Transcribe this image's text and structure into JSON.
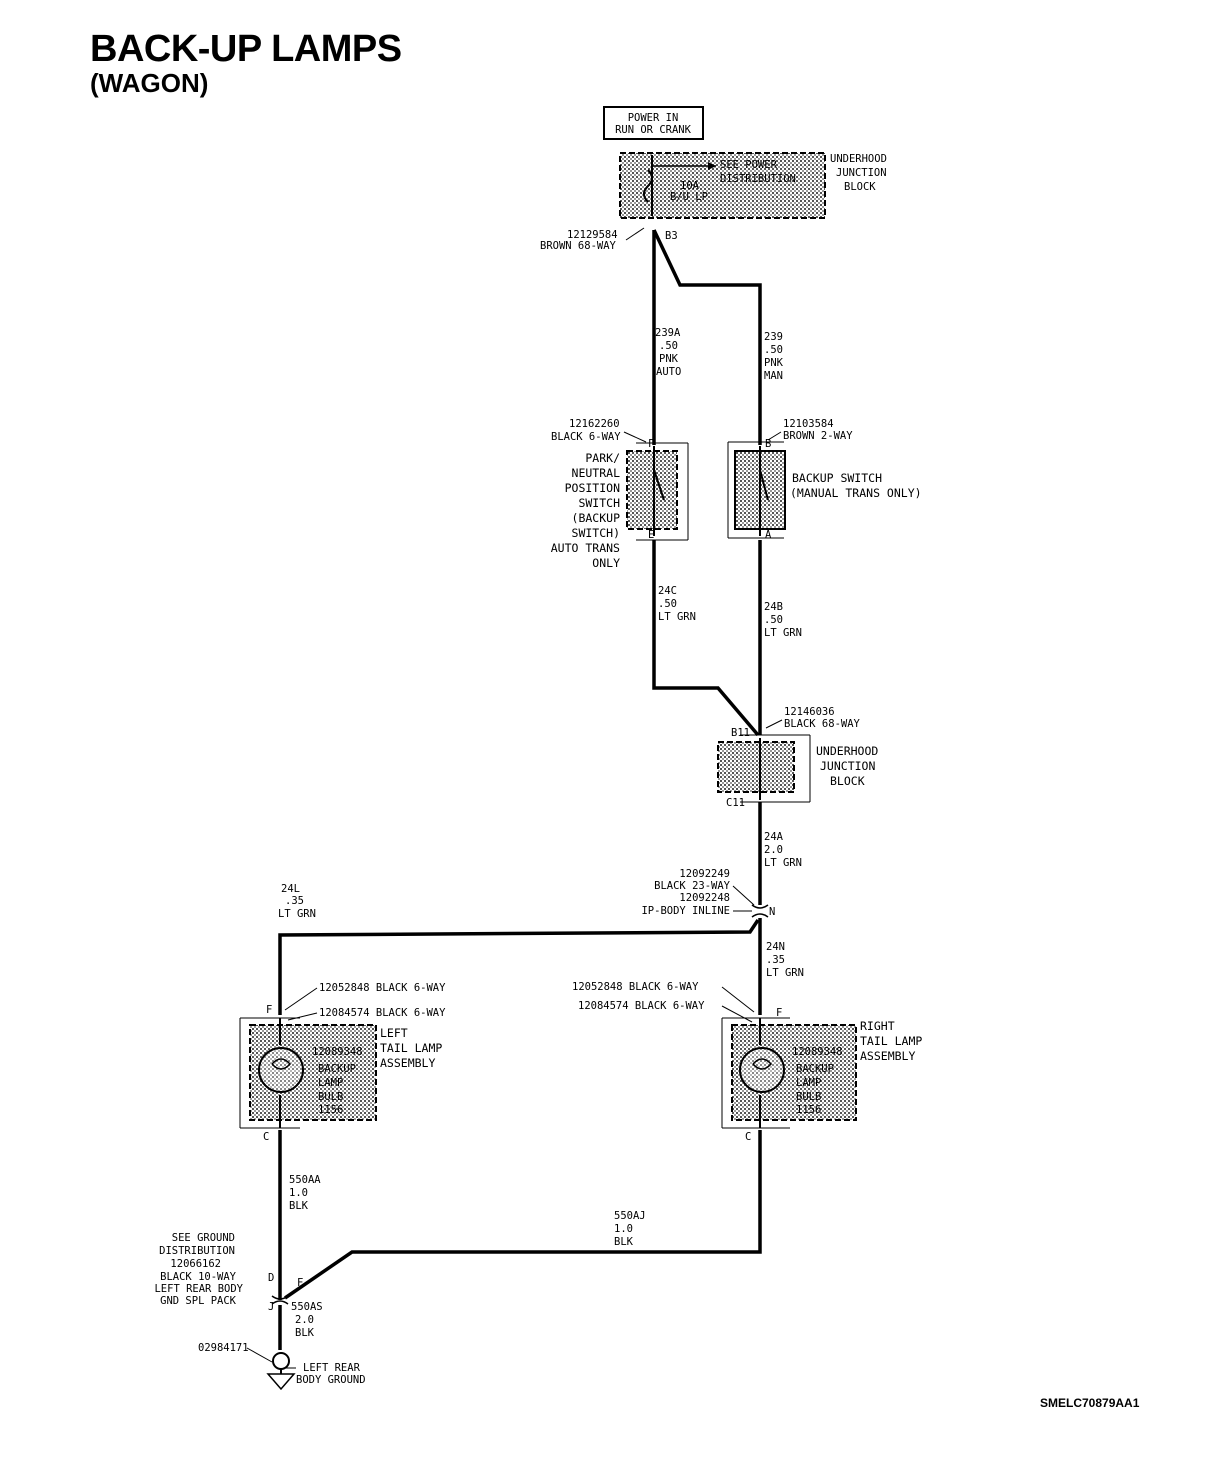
{
  "title": "BACK-UP LAMPS",
  "subtitle": "(WAGON)",
  "drawing_code": "SMELC70879AA1",
  "power_box": [
    "POWER IN",
    "RUN OR CRANK"
  ],
  "fuse_block_top": {
    "note": [
      "SEE POWER",
      "DISTRIBUTION"
    ],
    "fuse": [
      "10A",
      "B/U LP"
    ],
    "label": [
      "UNDERHOOD",
      "JUNCTION",
      "BLOCK"
    ],
    "connector": [
      "12129584",
      "BROWN 68-WAY"
    ],
    "pin": "B3"
  },
  "wire_239a": [
    "239A",
    ".50",
    "PNK",
    "AUTO"
  ],
  "wire_239": [
    "239",
    ".50",
    "PNK",
    "MAN"
  ],
  "prndl_switch": {
    "connector": [
      "12162260",
      "BLACK 6-WAY"
    ],
    "pin_top": "F",
    "pin_bottom": "E",
    "label": [
      "PARK/",
      "NEUTRAL",
      "POSITION",
      "SWITCH",
      "(BACKUP",
      "SWITCH)",
      "AUTO TRANS",
      "ONLY"
    ]
  },
  "backup_switch": {
    "connector": [
      "12103584",
      "BROWN 2-WAY"
    ],
    "pin_top": "B",
    "pin_bottom": "A",
    "label": [
      "BACKUP SWITCH",
      "(MANUAL TRANS ONLY)"
    ]
  },
  "wire_24c": [
    "24C",
    ".50",
    "LT GRN"
  ],
  "wire_24b": [
    "24B",
    ".50",
    "LT GRN"
  ],
  "junction_block_2": {
    "connector": [
      "12146036",
      "BLACK 68-WAY"
    ],
    "pin_top": "B11",
    "pin_bottom": "C11",
    "label": [
      "UNDERHOOD",
      "JUNCTION",
      "BLOCK"
    ]
  },
  "wire_24a": [
    "24A",
    "2.0",
    "LT GRN"
  ],
  "inline_connector": {
    "lines": [
      "12092249",
      "BLACK 23-WAY",
      "12092248",
      "IP-BODY INLINE"
    ],
    "pin": "N"
  },
  "wire_24l": [
    "24L",
    ".35",
    "LT GRN"
  ],
  "wire_24n": [
    "24N",
    ".35",
    "LT GRN"
  ],
  "left_lamp": {
    "connector_1": "12052848 BLACK 6-WAY",
    "connector_2": "12084574 BLACK 6-WAY",
    "pin_top": "F",
    "pin_bottom": "C",
    "bulb": [
      "12089348",
      "BACKUP",
      "LAMP",
      "BULB",
      "1156"
    ],
    "label": [
      "LEFT",
      "TAIL LAMP",
      "ASSEMBLY"
    ]
  },
  "right_lamp": {
    "connector_1": "12052848 BLACK 6-WAY",
    "connector_2": "12084574 BLACK 6-WAY",
    "pin_top": "F",
    "pin_bottom": "C",
    "bulb": [
      "12089348",
      "BACKUP",
      "LAMP",
      "BULB",
      "1156"
    ],
    "label": [
      "RIGHT",
      "TAIL LAMP",
      "ASSEMBLY"
    ]
  },
  "wire_550aa": [
    "550AA",
    "1.0",
    "BLK"
  ],
  "wire_550aj": [
    "550AJ",
    "1.0",
    "BLK"
  ],
  "ground_splice": {
    "lines": [
      "SEE GROUND",
      "DISTRIBUTION",
      "12066162",
      "BLACK 10-WAY",
      "LEFT REAR BODY",
      "GND SPL PACK"
    ],
    "pin_d": "D",
    "pin_f": "F",
    "pin_j": "J"
  },
  "wire_550as": [
    "550AS",
    "2.0",
    "BLK"
  ],
  "ground": {
    "part": "02984171",
    "label": [
      "LEFT REAR",
      "BODY GROUND"
    ]
  }
}
